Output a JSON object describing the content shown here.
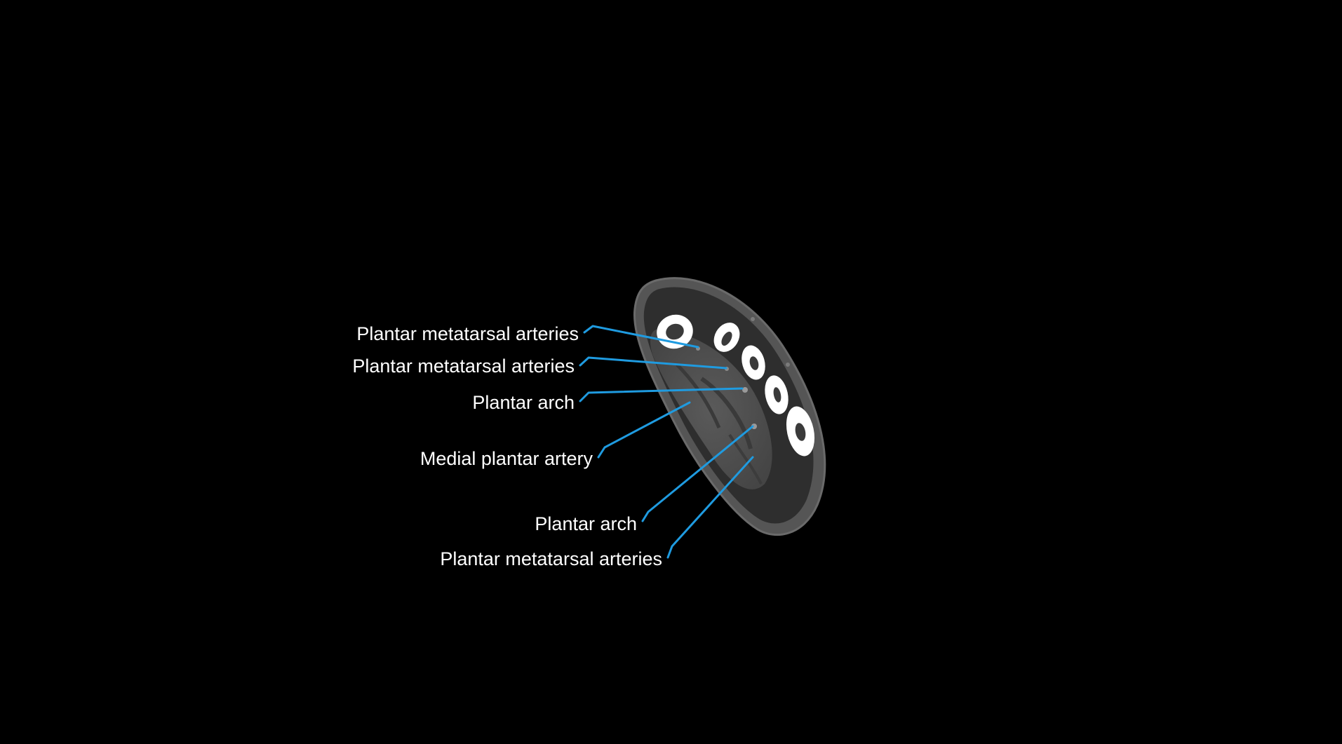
{
  "colors": {
    "background": "#000000",
    "leader_line": "#1f9be0",
    "label_text": "#ffffff"
  },
  "labels": [
    {
      "id": "l1",
      "text": "Plantar metatarsal arteries"
    },
    {
      "id": "l2",
      "text": "Plantar metatarsal arteries"
    },
    {
      "id": "l3",
      "text": "Plantar arch"
    },
    {
      "id": "l4",
      "text": "Medial plantar artery"
    },
    {
      "id": "l5",
      "text": "Plantar arch"
    },
    {
      "id": "l6",
      "text": "Plantar metatarsal arteries"
    }
  ]
}
